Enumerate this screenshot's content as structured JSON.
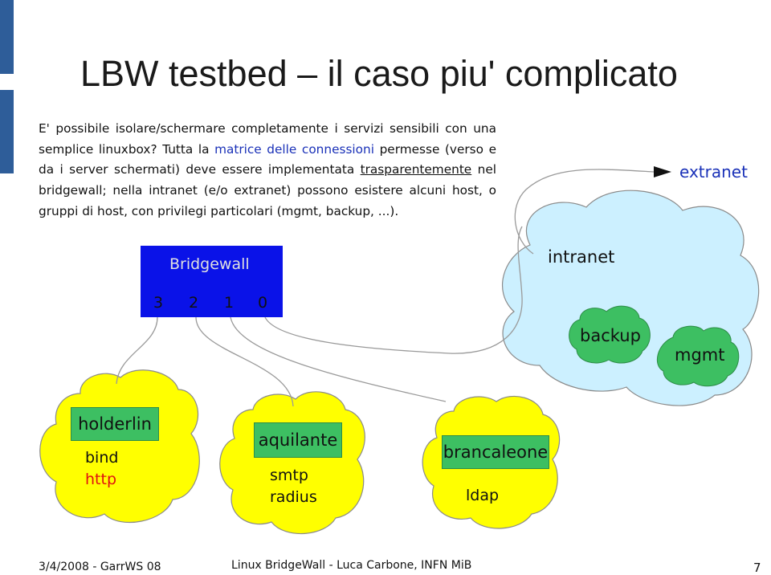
{
  "slide": {
    "title": "LBW testbed – il caso piu' complicato",
    "body": {
      "t1": "E' possibile isolare/schermare completamente i servizi sensibili con una semplice linuxbox? Tutta la ",
      "kw": "matrice delle connessioni",
      "t2": " permesse (verso e da i server schermati) deve essere implementata ",
      "ul": "trasparentemente",
      "t3": " nel bridgewall; nella intranet (e/o extranet) possono esistere alcuni host, o gruppi di host, con privilegi particolari (mgmt, backup, ...)."
    }
  },
  "diagram": {
    "bridgewall": {
      "label": "Bridgewall",
      "ports": [
        "3",
        "2",
        "1",
        "0"
      ]
    },
    "extranet": "extranet",
    "intranet": {
      "label": "intranet",
      "backup": "backup",
      "mgmt": "mgmt"
    },
    "hosts": [
      {
        "name": "holderlin",
        "services": [
          "bind",
          "http"
        ]
      },
      {
        "name": "aquilante",
        "services": [
          "smtp",
          "radius"
        ]
      },
      {
        "name": "brancaleone",
        "services": [
          "ldap"
        ]
      }
    ]
  },
  "footer": {
    "date": "3/4/2008 - GarrWS 08",
    "center": "Linux BridgeWall - Luca Carbone, INFN MiB",
    "page": "7"
  },
  "colors": {
    "bridge_blue": "#0a12e8",
    "intranet_cloud": "#ccf0ff",
    "host_cloud": "#ffff00",
    "tag_green": "#3dbf62",
    "keyword_blue": "#1a31b8",
    "http_red": "#e01010"
  }
}
